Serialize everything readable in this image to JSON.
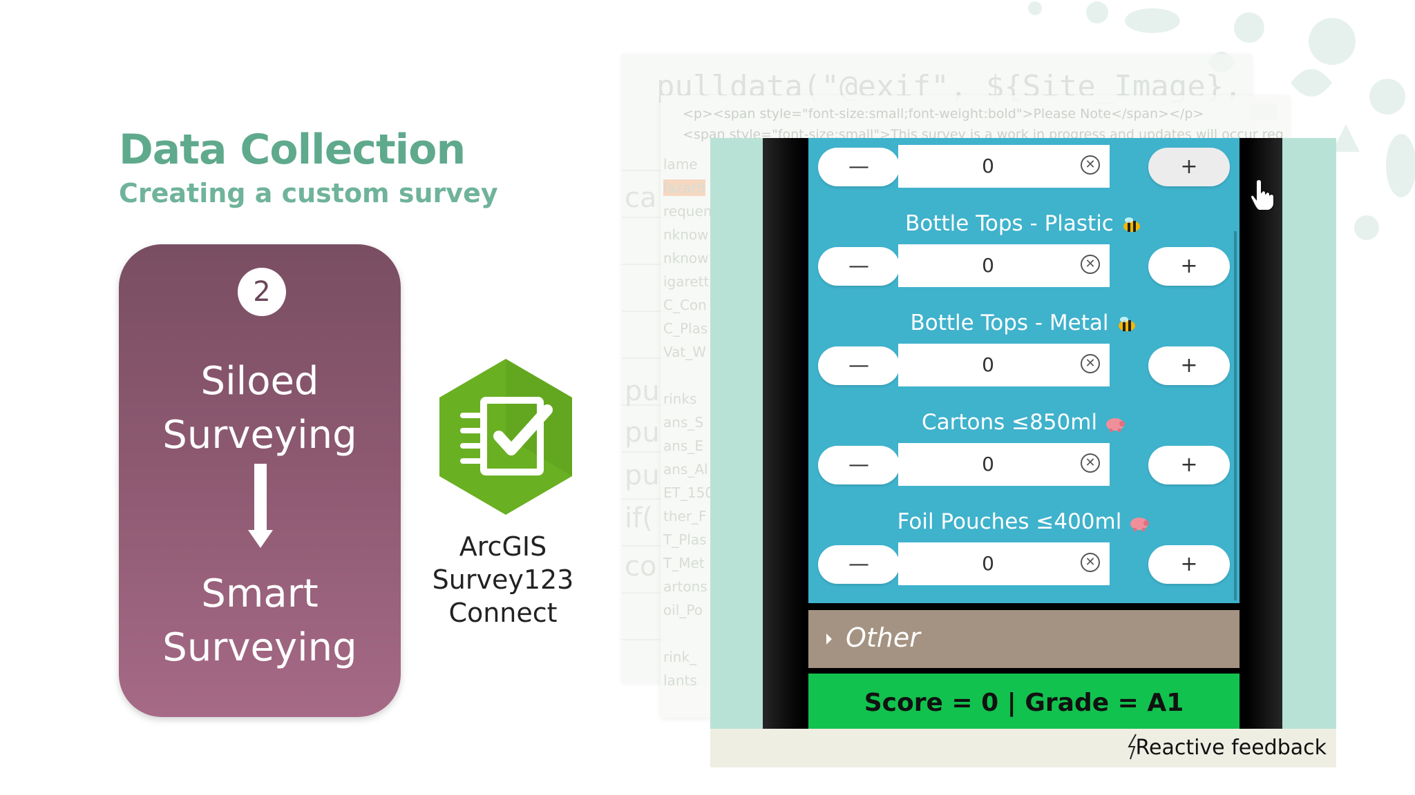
{
  "slide": {
    "title": "Data Collection",
    "subtitle": "Creating a custom survey"
  },
  "step_card": {
    "number": "2",
    "from_line1": "Siloed",
    "from_line2": "Surveying",
    "to_line1": "Smart",
    "to_line2": "Surveying"
  },
  "app": {
    "line1": "ArcGIS",
    "line2": "Survey123",
    "line3": "Connect"
  },
  "background_sheets": {
    "code_line": "pulldata(\"@exif\", ${Site_Image}, \"GpsImgDirec",
    "html_line1": "<p><span style=\"font-size:small;font-weight:bold\">Please Note</span></p>",
    "html_line2": "<span style=\"font-size:small\">This survey is a work in progress and updates will occur reg",
    "fragments_left": [
      "ca",
      "pu",
      "pu",
      "pu",
      "if(",
      "co"
    ],
    "name_column": [
      "lame",
      "lazard",
      "requen",
      "nknow",
      "nknow",
      "igarett",
      "C_Con",
      "C_Plas",
      "Vat_W",
      "rinks",
      "ans_S",
      "ans_E",
      "ans_Al",
      "ET_150",
      "ther_F",
      "T_Plas",
      "T_Met",
      "artons",
      "oil_Po",
      "rink_",
      "lants"
    ]
  },
  "survey": {
    "top_row": {
      "minus": "—",
      "value": "0",
      "plus": "+"
    },
    "items": [
      {
        "label": "Bottle Tops - Plastic",
        "minus": "—",
        "value": "0",
        "plus": "+",
        "emoji": "bee-icon"
      },
      {
        "label": "Bottle Tops - Metal",
        "minus": "—",
        "value": "0",
        "plus": "+",
        "emoji": "bee-icon"
      },
      {
        "label": "Cartons ≤850ml",
        "minus": "—",
        "value": "0",
        "plus": "+",
        "emoji": "pig-icon"
      },
      {
        "label": "Foil Pouches ≤400ml",
        "minus": "—",
        "value": "0",
        "plus": "+",
        "emoji": "pig-icon"
      }
    ],
    "other_section": "Other",
    "score": "Score = 0 | Grade = A1"
  },
  "caption": {
    "icon": "lightning-icon",
    "text": "Reactive feedback"
  },
  "colors": {
    "title": "#5fa98d",
    "card": "#8e5a72",
    "form_bg": "#3fb2cc",
    "other_bar": "#a49382",
    "score_bar": "#12c24e",
    "logo": "#6ab023"
  }
}
